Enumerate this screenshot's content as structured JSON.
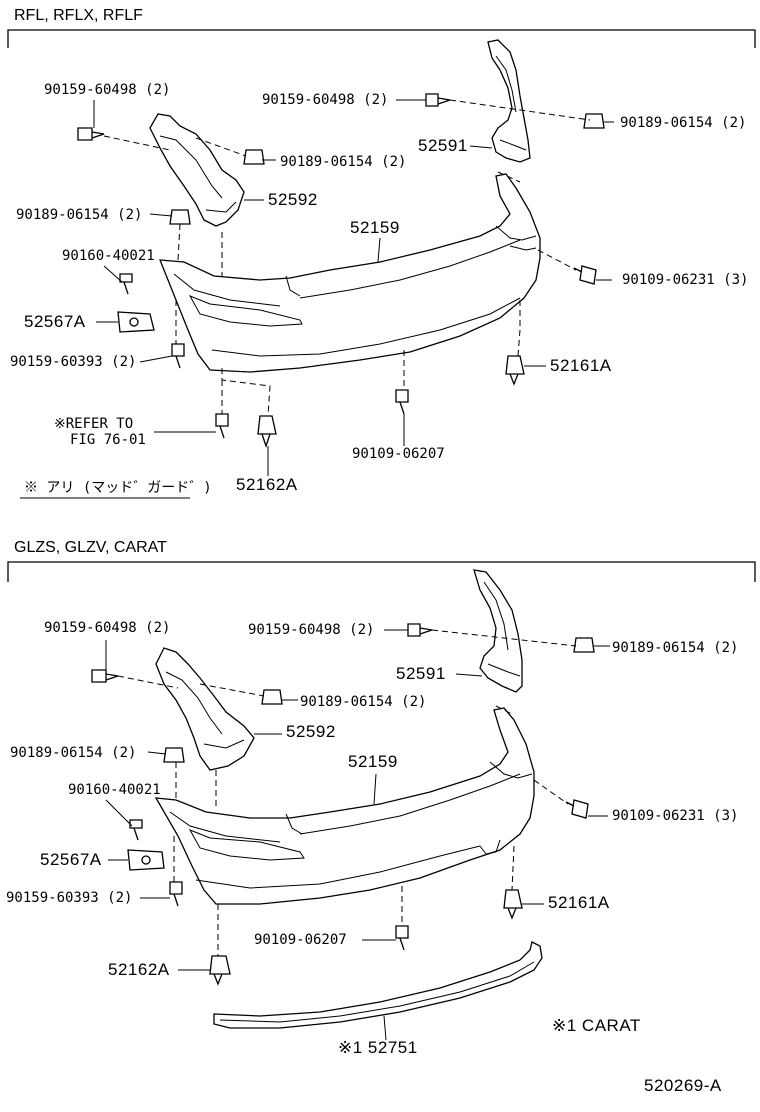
{
  "sections": [
    {
      "title": "RFL, RFLX, RFLF",
      "labels": {
        "b1": "90159-60498 (2)",
        "b2": "90159-60498 (2)",
        "clip1": "90189-06154 (2)",
        "clip2": "90189-06154 (2)",
        "clip3": "90189-06154 (2)",
        "part52591": "52591",
        "part52592": "52592",
        "part52159": "52159",
        "screw40021": "90160-40021",
        "part52567A": "52567A",
        "bolt60393": "90159-60393 (2)",
        "bolt06231": "90109-06231 (3)",
        "part52161A": "52161A",
        "refer1": "※REFER TO",
        "refer2": "FIG 76-01",
        "bolt06207": "90109-06207",
        "part52162A": "52162A",
        "note": "※ アリ (マッド゛ガード゛)"
      }
    },
    {
      "title": "GLZS, GLZV, CARAT",
      "labels": {
        "b1": "90159-60498 (2)",
        "b2": "90159-60498 (2)",
        "clip1": "90189-06154 (2)",
        "clip2": "90189-06154 (2)",
        "clip3": "90189-06154 (2)",
        "part52591": "52591",
        "part52592": "52592",
        "part52159": "52159",
        "screw40021": "90160-40021",
        "part52567A": "52567A",
        "bolt60393": "90159-60393 (2)",
        "bolt06231": "90109-06231 (3)",
        "part52161A": "52161A",
        "bolt06207": "90109-06207",
        "part52162A": "52162A",
        "molding": "※1 52751",
        "carat_note": "※1  CARAT"
      }
    }
  ],
  "figure_id": "520269-A"
}
